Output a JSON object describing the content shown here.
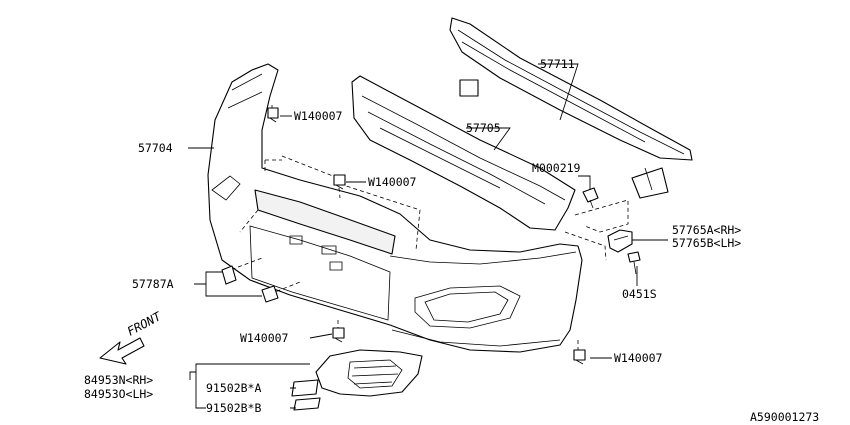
{
  "labels": {
    "p57711": "57711",
    "p57705": "57705",
    "p57704": "57704",
    "w_top": "W140007",
    "w_mid": "W140007",
    "w_low": "W140007",
    "w_right": "W140007",
    "m000219": "M000219",
    "p57765a": "57765A<RH>",
    "p57765b": "57765B<LH>",
    "p0451s": "0451S",
    "p57787a": "57787A",
    "p84953n": "84953N<RH>",
    "p84953o": "84953O<LH>",
    "p91502ba": "91502B*A",
    "p91502bb": "91502B*B"
  },
  "front_label": "FRONT",
  "reference_code": "A590001273"
}
